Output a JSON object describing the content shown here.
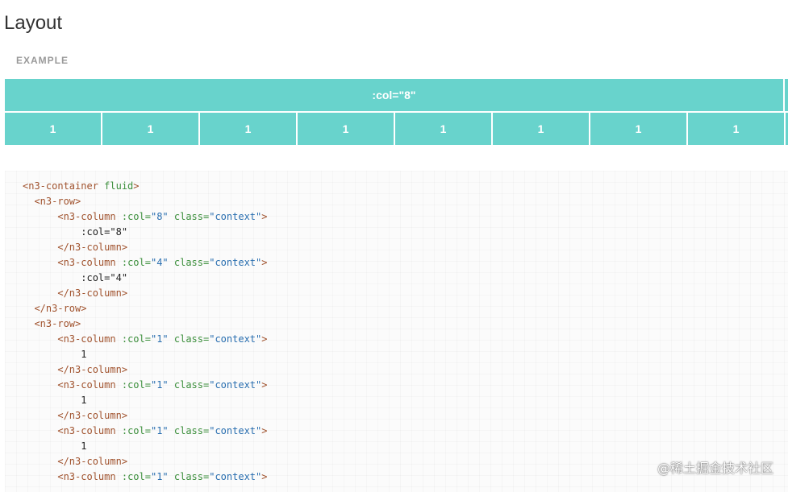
{
  "page": {
    "title": "Layout",
    "section_label": "EXAMPLE"
  },
  "demo": {
    "row1": [
      {
        "label": ":col=\"8\""
      },
      {
        "label": ""
      }
    ],
    "row2": [
      {
        "label": "1"
      },
      {
        "label": "1"
      },
      {
        "label": "1"
      },
      {
        "label": "1"
      },
      {
        "label": "1"
      },
      {
        "label": "1"
      },
      {
        "label": "1"
      },
      {
        "label": "1"
      }
    ],
    "accent_color": "#68d3cc"
  },
  "code": {
    "lines": [
      [
        {
          "t": "tag",
          "v": "<n3-container "
        },
        {
          "t": "attr",
          "v": "fluid"
        },
        {
          "t": "tag",
          "v": ">"
        }
      ],
      [
        {
          "t": "sp",
          "v": "  "
        },
        {
          "t": "tag",
          "v": "<n3-row>"
        }
      ],
      [
        {
          "t": "sp",
          "v": "      "
        },
        {
          "t": "tag",
          "v": "<n3-column "
        },
        {
          "t": "attr",
          "v": ":col="
        },
        {
          "t": "str",
          "v": "\"8\""
        },
        {
          "t": "attr",
          "v": " class="
        },
        {
          "t": "str",
          "v": "\"context\""
        },
        {
          "t": "tag",
          "v": ">"
        }
      ],
      [
        {
          "t": "sp",
          "v": "          "
        },
        {
          "t": "text",
          "v": ":col=\"8\""
        }
      ],
      [
        {
          "t": "sp",
          "v": "      "
        },
        {
          "t": "tag",
          "v": "</n3-column>"
        }
      ],
      [
        {
          "t": "sp",
          "v": "      "
        },
        {
          "t": "tag",
          "v": "<n3-column "
        },
        {
          "t": "attr",
          "v": ":col="
        },
        {
          "t": "str",
          "v": "\"4\""
        },
        {
          "t": "attr",
          "v": " class="
        },
        {
          "t": "str",
          "v": "\"context\""
        },
        {
          "t": "tag",
          "v": ">"
        }
      ],
      [
        {
          "t": "sp",
          "v": "          "
        },
        {
          "t": "text",
          "v": ":col=\"4\""
        }
      ],
      [
        {
          "t": "sp",
          "v": "      "
        },
        {
          "t": "tag",
          "v": "</n3-column>"
        }
      ],
      [
        {
          "t": "sp",
          "v": "  "
        },
        {
          "t": "tag",
          "v": "</n3-row>"
        }
      ],
      [
        {
          "t": "sp",
          "v": "  "
        },
        {
          "t": "tag",
          "v": "<n3-row>"
        }
      ],
      [
        {
          "t": "sp",
          "v": "      "
        },
        {
          "t": "tag",
          "v": "<n3-column "
        },
        {
          "t": "attr",
          "v": ":col="
        },
        {
          "t": "str",
          "v": "\"1\""
        },
        {
          "t": "attr",
          "v": " class="
        },
        {
          "t": "str",
          "v": "\"context\""
        },
        {
          "t": "tag",
          "v": ">"
        }
      ],
      [
        {
          "t": "sp",
          "v": "          "
        },
        {
          "t": "text",
          "v": "1"
        }
      ],
      [
        {
          "t": "sp",
          "v": "      "
        },
        {
          "t": "tag",
          "v": "</n3-column>"
        }
      ],
      [
        {
          "t": "sp",
          "v": "      "
        },
        {
          "t": "tag",
          "v": "<n3-column "
        },
        {
          "t": "attr",
          "v": ":col="
        },
        {
          "t": "str",
          "v": "\"1\""
        },
        {
          "t": "attr",
          "v": " class="
        },
        {
          "t": "str",
          "v": "\"context\""
        },
        {
          "t": "tag",
          "v": ">"
        }
      ],
      [
        {
          "t": "sp",
          "v": "          "
        },
        {
          "t": "text",
          "v": "1"
        }
      ],
      [
        {
          "t": "sp",
          "v": "      "
        },
        {
          "t": "tag",
          "v": "</n3-column>"
        }
      ],
      [
        {
          "t": "sp",
          "v": "      "
        },
        {
          "t": "tag",
          "v": "<n3-column "
        },
        {
          "t": "attr",
          "v": ":col="
        },
        {
          "t": "str",
          "v": "\"1\""
        },
        {
          "t": "attr",
          "v": " class="
        },
        {
          "t": "str",
          "v": "\"context\""
        },
        {
          "t": "tag",
          "v": ">"
        }
      ],
      [
        {
          "t": "sp",
          "v": "          "
        },
        {
          "t": "text",
          "v": "1"
        }
      ],
      [
        {
          "t": "sp",
          "v": "      "
        },
        {
          "t": "tag",
          "v": "</n3-column>"
        }
      ],
      [
        {
          "t": "sp",
          "v": "      "
        },
        {
          "t": "tag",
          "v": "<n3-column "
        },
        {
          "t": "attr",
          "v": ":col="
        },
        {
          "t": "str",
          "v": "\"1\""
        },
        {
          "t": "attr",
          "v": " class="
        },
        {
          "t": "str",
          "v": "\"context\""
        },
        {
          "t": "tag",
          "v": ">"
        }
      ]
    ]
  },
  "watermark": {
    "text": "@稀土掘金技术社区"
  }
}
